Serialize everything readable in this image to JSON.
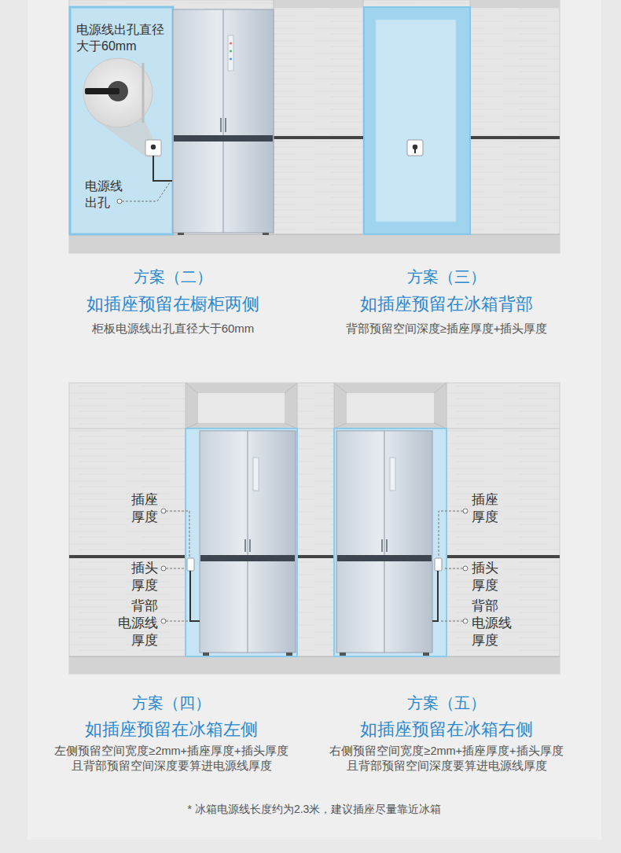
{
  "diagram": {
    "labels": [
      "电源线出孔直径 大于60mm",
      "电源线 出孔",
      "方案（二）",
      "如插座预留在橱柜两侧",
      "柜板电源线出孔直径大于60mm",
      "方案（三）",
      "如插座预留在冰箱背部",
      "背部预留空间深度≥插座厚度+插头厚度",
      "插座 厚度",
      "插头 厚度",
      "背部 电源线 厚度",
      "插座 厚度",
      "插头 厚度",
      "背部 电源线 厚度",
      "方案（四）",
      "如插座预留在冰箱左侧",
      "左侧预留空间宽度≥2mm+插座厚度+插头厚度 且背部预留空间深度要算进电源线厚度",
      "方案（五）",
      "如插座预留在冰箱右侧",
      "右侧预留空间宽度≥2mm+插座厚度+插头厚度 且背部预留空间深度要算进电源线厚度",
      "* 冰箱电源线长度约为2.3米，建议插座尽量靠近冰箱"
    ]
  }
}
